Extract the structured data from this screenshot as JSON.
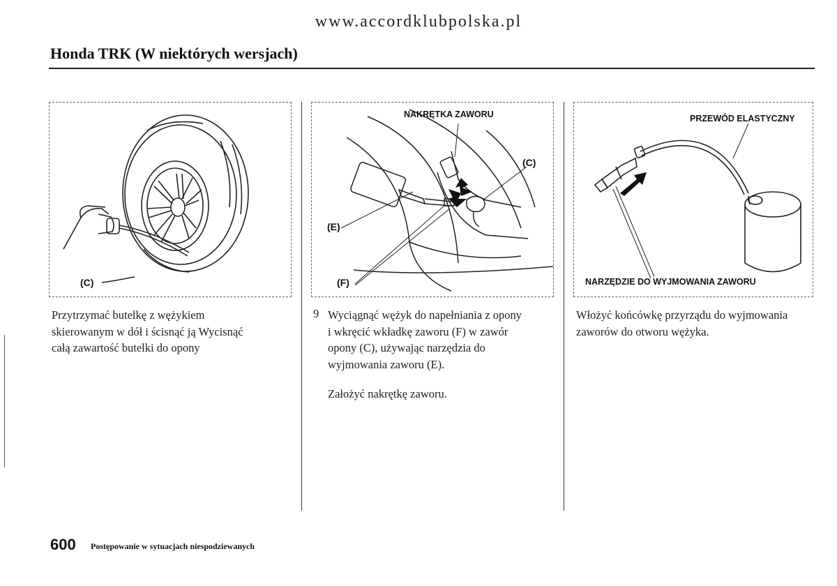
{
  "header": {
    "url": "www.accordklubpolska.pl",
    "title": "Honda TRK (W niektórych wersjach)"
  },
  "figures": {
    "left": {
      "callout_c": "(C)"
    },
    "middle": {
      "callout_nut": "NAKRĘTKA ZAWORU",
      "callout_c": "(C)",
      "callout_e": "(E)",
      "callout_f": "(F)"
    },
    "right": {
      "callout_hose": "PRZEWÓD ELASTYCZNY",
      "callout_tool": "NARZĘDZIE DO WYJMOWANIA ZAWORU"
    }
  },
  "columns": {
    "left": {
      "lines": [
        "Przytrzymać butelkę z wężykiem",
        "skierowanym w dół i ścisnąć ją  Wycisnąć",
        "całą zawartość butelki do opony"
      ]
    },
    "middle": {
      "step_number": "9",
      "step_lines": [
        "Wyciągnąć wężyk do napełniania z opony",
        "i wkręcić wkładkę zaworu (F) w zawór",
        "opony (C), używając narzędzia do",
        "wyjmowania zaworu (E)."
      ],
      "note": "Założyć nakrętkę zaworu."
    },
    "right": {
      "lines": [
        "Włożyć końcówkę przyrządu do wyjmowania",
        "zaworów do otworu wężyka."
      ]
    }
  },
  "footer": {
    "page_number": "600",
    "section_title": "Postępowanie w sytuacjach niespodziewanych"
  }
}
